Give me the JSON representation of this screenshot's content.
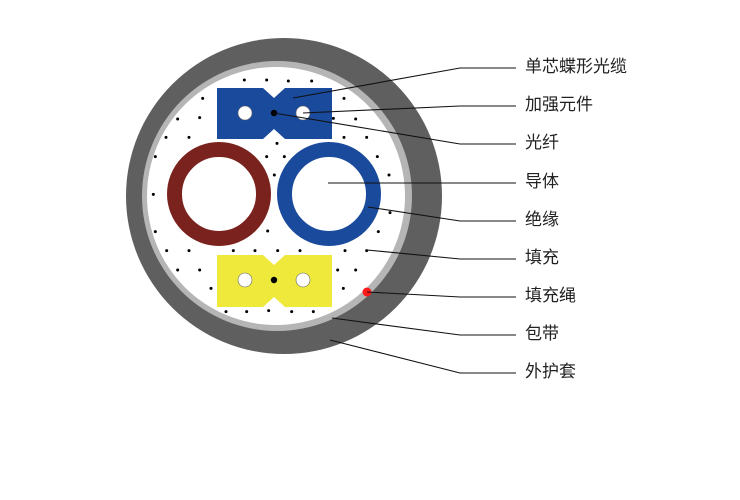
{
  "labels": [
    "单芯蝶形光缆",
    "加强元件",
    "光纤",
    "导体",
    "绝缘",
    "填充",
    "填充绳",
    "包带",
    "外护套"
  ],
  "colors": {
    "sheath": "#5f5f5f",
    "tape": "#b5b5b5",
    "fill": "#ffffff",
    "drop_cable_top": "#1a4a9c",
    "drop_cable_bottom": "#efe93c",
    "insulation_left": "#7a221e",
    "insulation_right": "#1a4a9c",
    "filler_rope": "#ff1a1a"
  }
}
